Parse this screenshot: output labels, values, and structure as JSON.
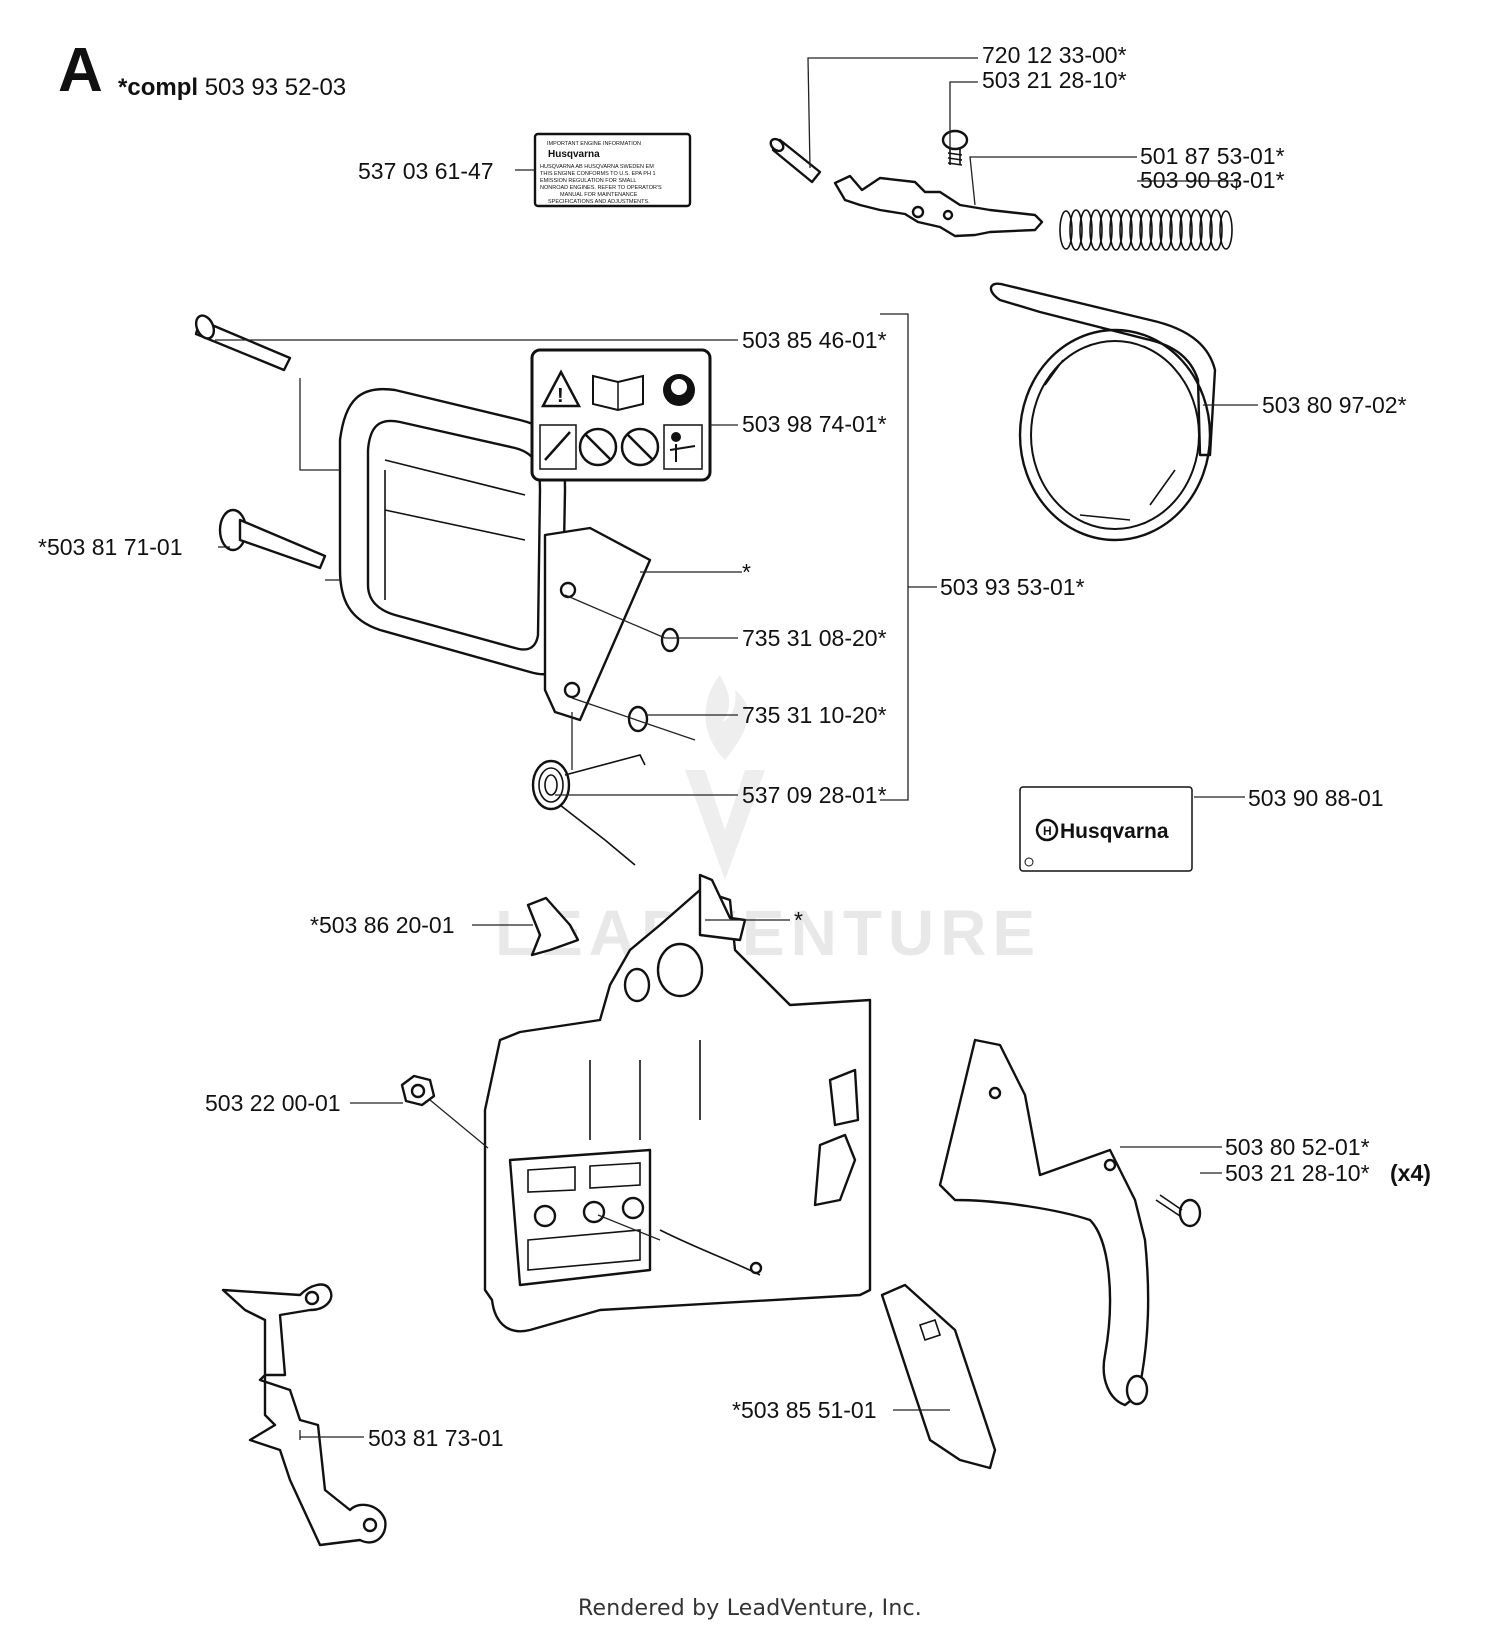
{
  "header": {
    "section_letter": "A",
    "compl_prefix": "*compl",
    "compl_number": "503 93 52-03"
  },
  "watermark": "LEADVENTURE",
  "decals": {
    "engine_info": {
      "brand": "Husqvarna",
      "lines": [
        "IMPORTANT ENGINE INFORMATION",
        "HUSQVARNA AB HUSQVARNA SWEDEN EM",
        "THIS ENGINE CONFORMS TO U.S. EPA PH 1",
        "EMISSION REGULATION FOR SMALL",
        "NONROAD ENGINES. REFER TO OPERATOR'S",
        "MANUAL FOR MAINTENANCE",
        "SPECIFICATIONS AND ADJUSTMENTS."
      ]
    },
    "brand_plate": "Husqvarna"
  },
  "labels": {
    "p720_12_33_00": "720 12 33-00*",
    "p503_21_28_10_top": "503 21 28-10*",
    "p537_03_61_47": "537 03 61-47",
    "p501_87_53_01": "501 87 53-01*",
    "p503_90_83_01": "503 90 83-01*",
    "p503_85_46_01": "503 85 46-01*",
    "p503_98_74_01": "503 98 74-01*",
    "p503_80_97_02": "503 80 97-02*",
    "p503_81_71_01": "*503 81 71-01",
    "star_1": "*",
    "p503_93_53_01": "503 93 53-01*",
    "p735_31_08_20": "735 31 08-20*",
    "p735_31_10_20": "735 31 10-20*",
    "p537_09_28_01": "537 09 28-01*",
    "p503_90_88_01": "503 90 88-01",
    "p503_86_20_01": "*503 86 20-01",
    "star_2": "*",
    "p503_22_00_01": "503 22 00-01",
    "p503_80_52_01": "503 80 52-01*",
    "p503_21_28_10_bottom": "503 21 28-10*",
    "qty_x4": "(x4)",
    "p503_85_51_01": "*503 85 51-01",
    "p503_81_73_01": "503 81 73-01"
  },
  "footer": "Rendered by LeadVenture, Inc."
}
